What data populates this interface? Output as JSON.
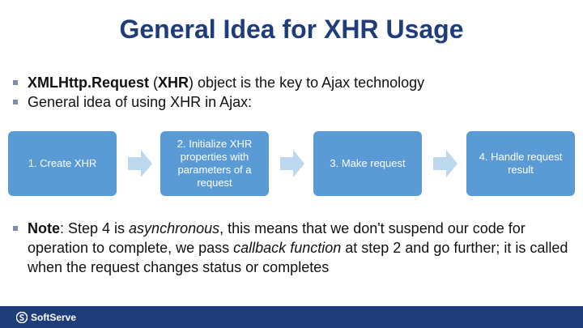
{
  "slide": {
    "title": "General Idea for XHR Usage",
    "bullet1": {
      "b1": "XMLHttp.Request",
      "t1": " (",
      "b2": "XHR",
      "t2": ") object is the key to Ajax technology"
    },
    "bullet2": "General idea of using XHR in Ajax:",
    "steps": [
      "1. Create XHR",
      "2. Initialize XHR properties with parameters of a request",
      "3. Make request",
      "4. Handle request result"
    ],
    "note": {
      "label": "Note",
      "t1": ": Step 4 is ",
      "i1": "asynchronous",
      "t2": ", this means that we don't suspend our code for operation to complete, we pass ",
      "i2": "callback function",
      "t3": " at step 2 and go further; it is called when the request changes status or completes"
    },
    "footer": {
      "logo_text": "SoftServe"
    }
  },
  "colors": {
    "title": "#1f3d7a",
    "box": "#5b9bd5",
    "arrow": "#bdd7ee",
    "footer": "#1f3d7a"
  }
}
